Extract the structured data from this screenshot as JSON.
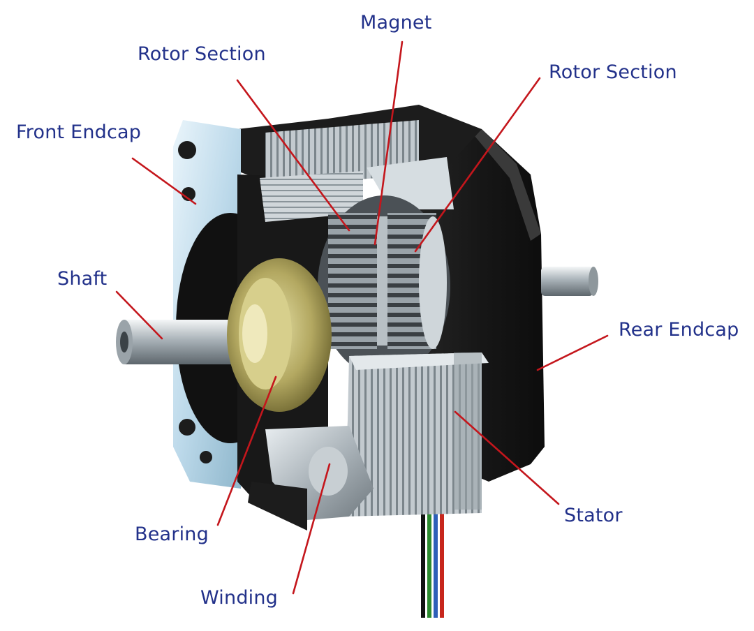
{
  "labels": {
    "magnet": "Magnet",
    "rotor_section_left": "Rotor Section",
    "rotor_section_right": "Rotor Section",
    "front_endcap": "Front Endcap",
    "shaft": "Shaft",
    "rear_endcap": "Rear Endcap",
    "stator": "Stator",
    "bearing": "Bearing",
    "winding": "Winding"
  },
  "colors": {
    "label_text": "#22318a",
    "leader_line": "#c4161c",
    "endcap_dark": "#1b1b1b",
    "endcap_light": "#cfe6f2",
    "metal": "#b9c1c6",
    "bearing": "#c9c07a",
    "wire_colors": [
      "#2b8a2e",
      "#2d5fb8",
      "#c7261c",
      "#111111"
    ]
  }
}
